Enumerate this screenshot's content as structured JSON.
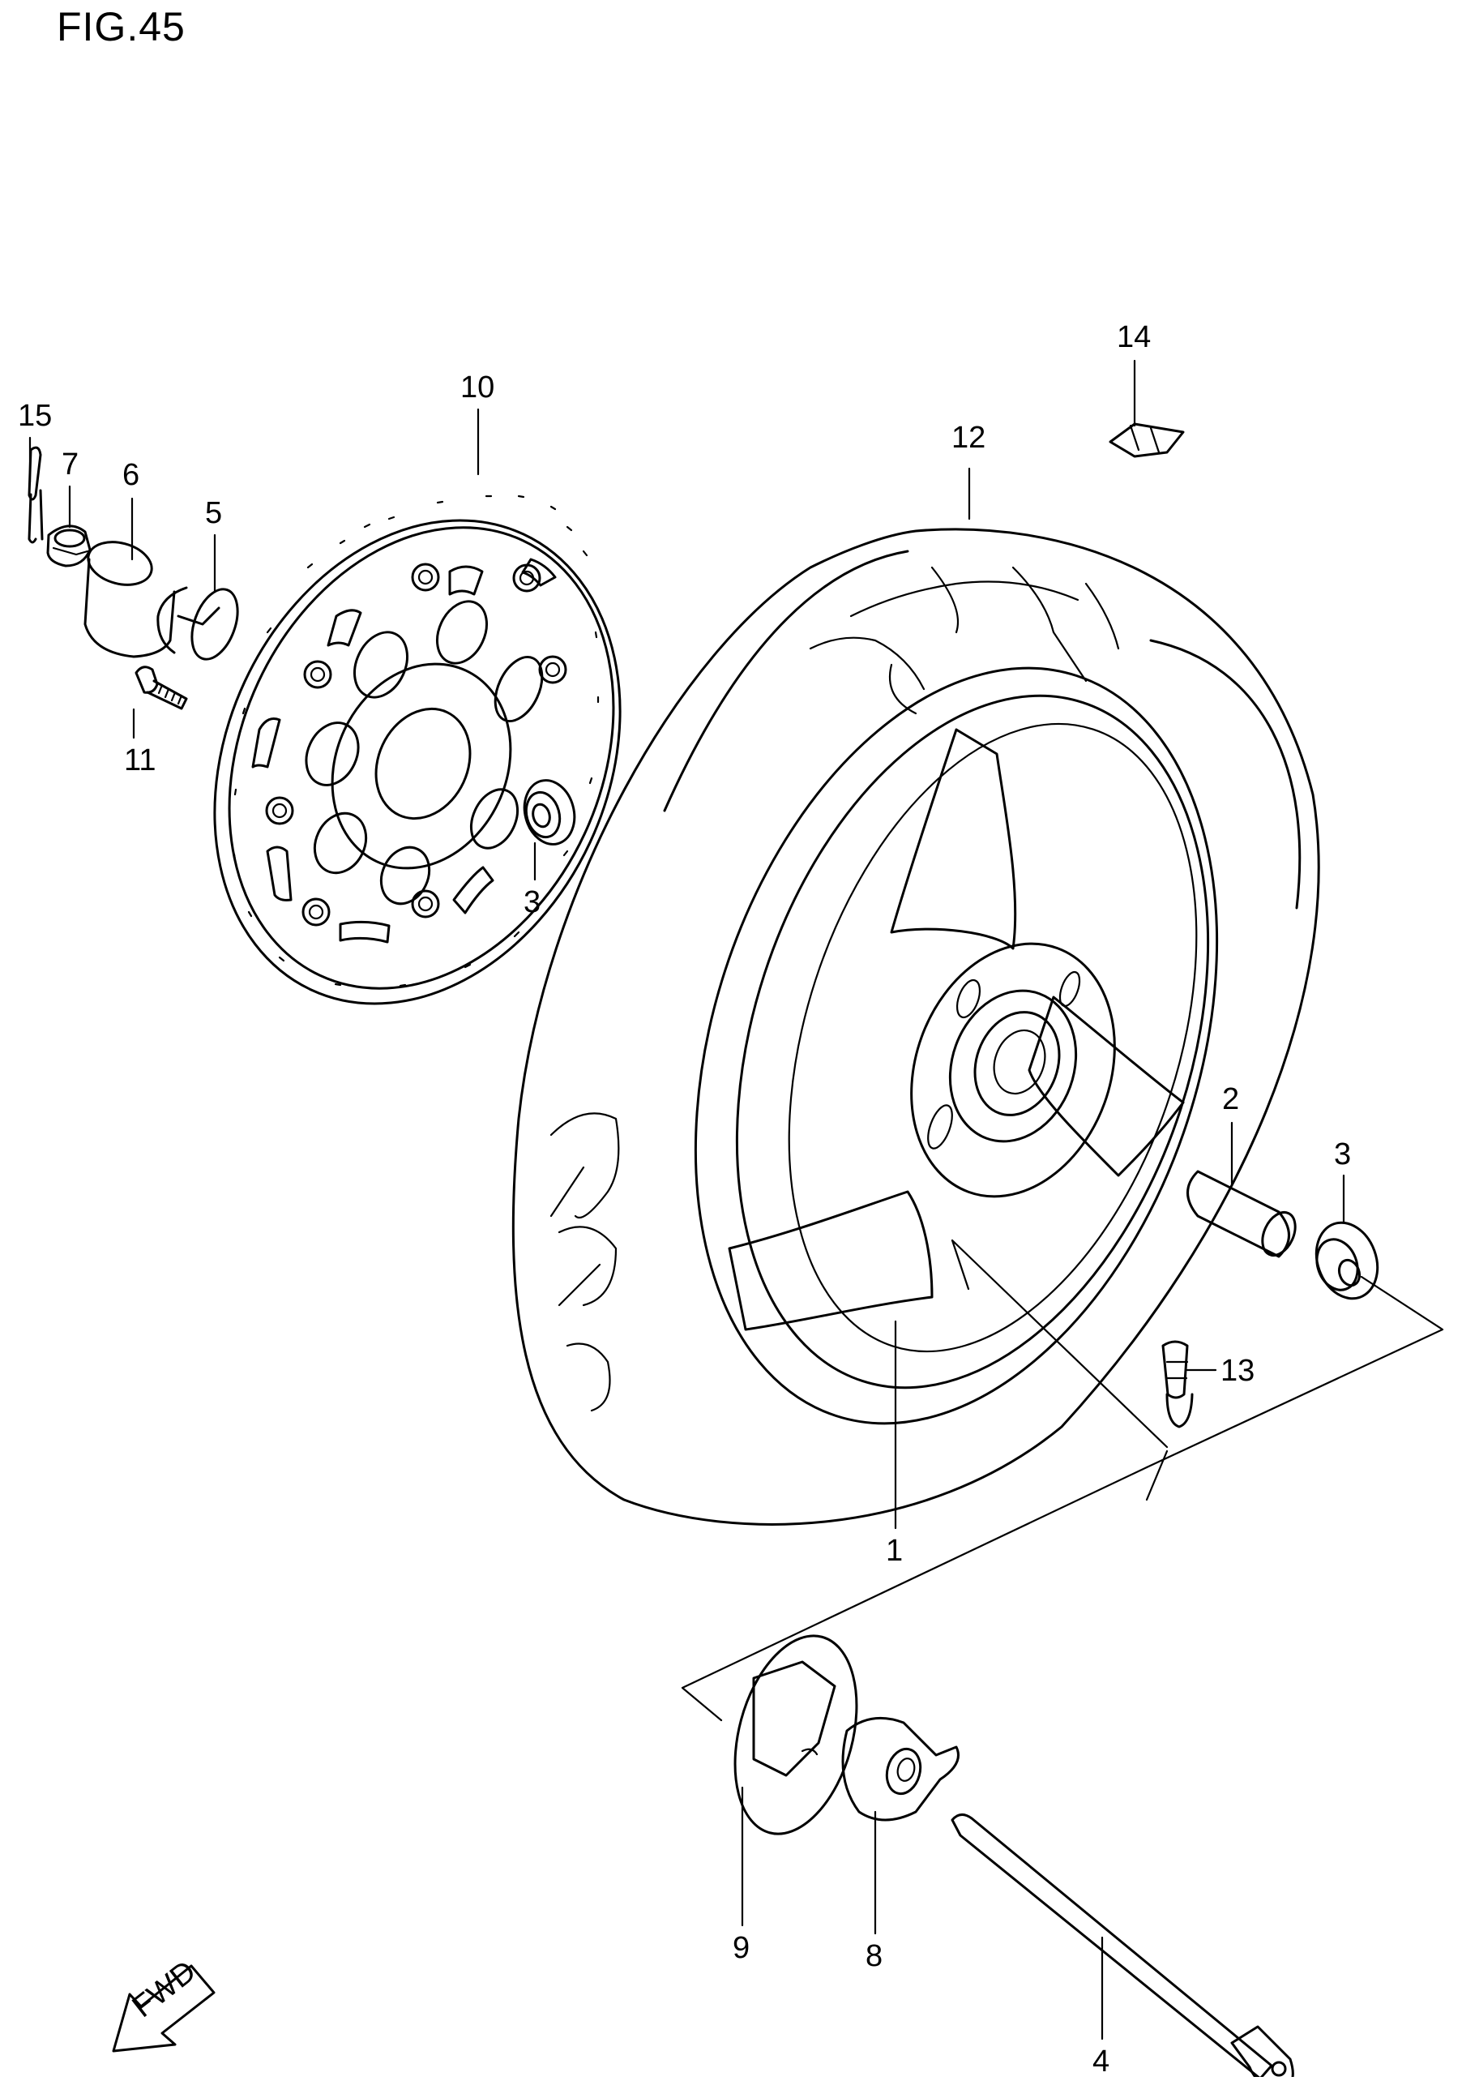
{
  "figure": {
    "title": "FIG.45"
  },
  "callouts": {
    "c1": "1",
    "c2": "2",
    "c3a": "3",
    "c3b": "3",
    "c4": "4",
    "c5": "5",
    "c6": "6",
    "c7": "7",
    "c8": "8",
    "c9": "9",
    "c10": "10",
    "c11": "11",
    "c12": "12",
    "c13": "13",
    "c14": "14",
    "c15": "15"
  },
  "fwd_arrow": {
    "label": "FWD"
  }
}
